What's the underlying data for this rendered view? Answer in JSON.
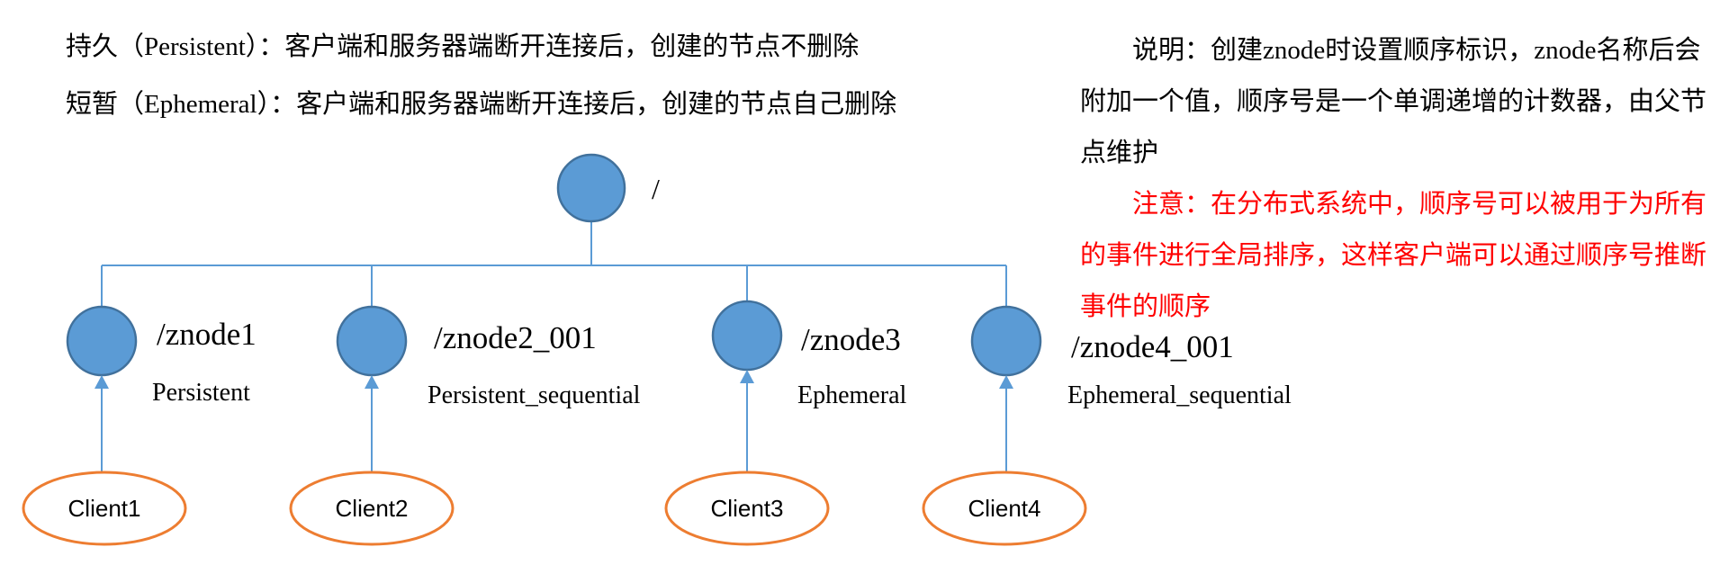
{
  "descriptions": {
    "persistent": "持久（Persistent）：客户端和服务器端断开连接后，创建的节点不删除",
    "ephemeral": "短暂（Ephemeral）：客户端和服务器端断开连接后，创建的节点自己删除"
  },
  "note": {
    "explanation": "说明：创建znode时设置顺序标识，znode名称后会附加一个值，顺序号是一个单调递增的计数器，由父节点维护",
    "warning": "注意：在分布式系统中，顺序号可以被用于为所有的事件进行全局排序，这样客户端可以通过顺序号推断事件的顺序"
  },
  "tree": {
    "root": {
      "label": "/"
    },
    "nodes": [
      {
        "path": "/znode1",
        "type": "Persistent",
        "client": "Client1"
      },
      {
        "path": "/znode2_001",
        "type": "Persistent_sequential",
        "client": "Client2"
      },
      {
        "path": "/znode3",
        "type": "Ephemeral",
        "client": "Client3"
      },
      {
        "path": "/znode4_001",
        "type": "Ephemeral_sequential",
        "client": "Client4"
      }
    ]
  },
  "colors": {
    "node_fill": "#5b9bd5",
    "node_stroke": "#41719c",
    "edge": "#5b9bd5",
    "client_stroke": "#ed7d31",
    "warning_text": "#ff0000"
  }
}
